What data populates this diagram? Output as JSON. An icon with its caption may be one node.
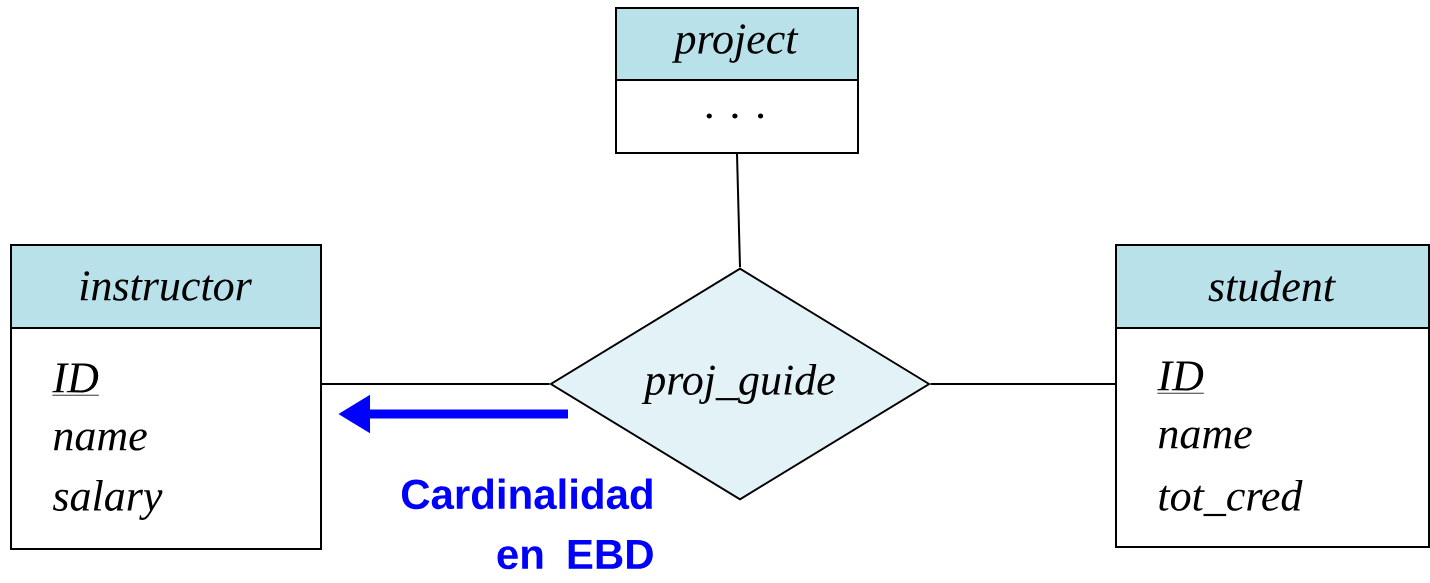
{
  "diagram": {
    "nodes": [
      {
        "text": [
          "project",
          ". . ."
        ]
      },
      {
        "text": [
          "instructor",
          "ID",
          "name",
          "salary"
        ]
      },
      {
        "text": [
          "student",
          "ID",
          "name",
          "tot_cred"
        ]
      },
      {
        "text": [
          "proj_guide"
        ]
      }
    ],
    "edges": [
      {
        "from": 3,
        "to": 0,
        "arrow": "none"
      },
      {
        "from": 3,
        "to": 1,
        "arrow": "none"
      },
      {
        "from": 3,
        "to": 2,
        "arrow": "none"
      }
    ],
    "labels": [
      "Cardinalidad en EBD"
    ]
  }
}
